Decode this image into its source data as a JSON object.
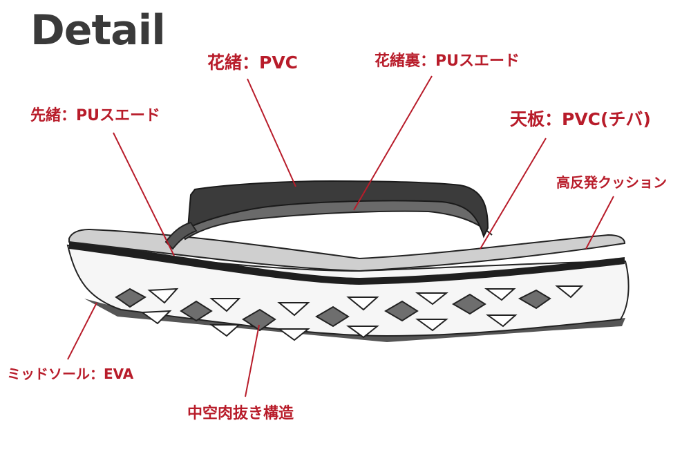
{
  "title": "Detail",
  "labels": {
    "hanao": "花緒：PVC",
    "hanao_ura": "花緒裏：PUスエード",
    "sakio": "先緒：PUスエード",
    "tenban": "天板：PVC(チバ)",
    "cushion": "高反発クッション",
    "midsole": "ミッドソール：EVA",
    "hollow": "中空肉抜き構造"
  },
  "colors": {
    "accent": "#b81c2a",
    "title": "#3a3a3a",
    "strap": "#3b3b3b",
    "insole": "#cfcfcf",
    "hollow_fill": "#6e6e6e"
  }
}
